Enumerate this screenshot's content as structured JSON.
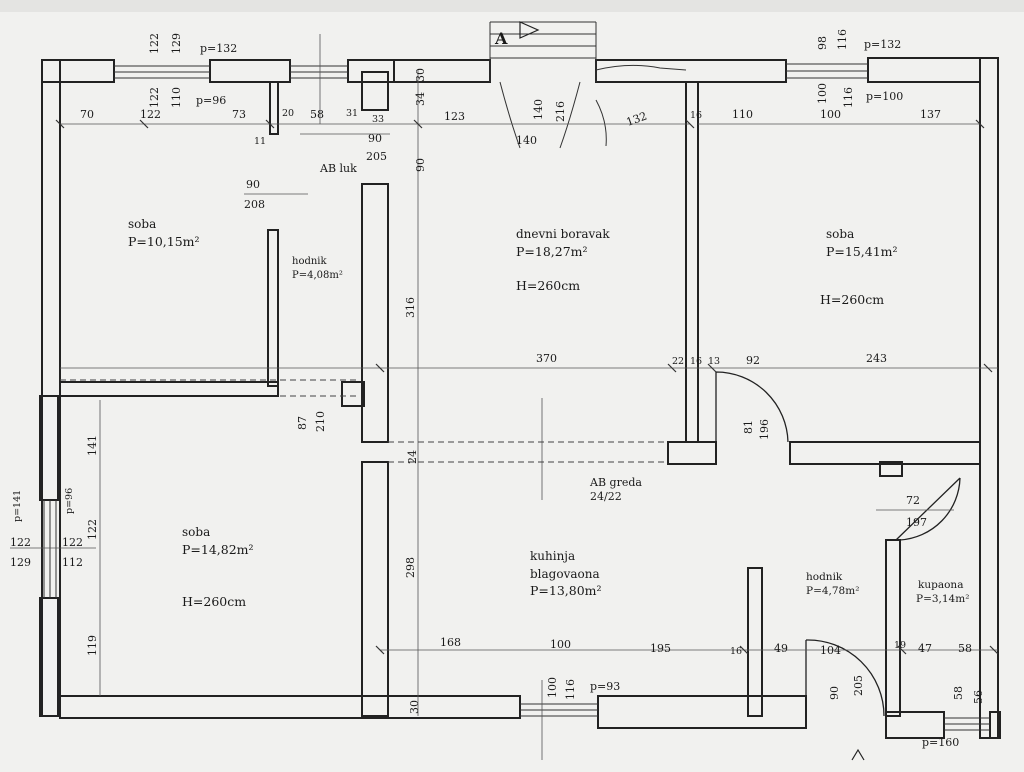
{
  "section_marker": "A",
  "rooms": {
    "soba_nw": {
      "name": "soba",
      "area": "P=10,15m²"
    },
    "hodnik_w": {
      "name": "hodnik",
      "area": "P=4,08m²"
    },
    "boravak": {
      "name": "dnevni boravak",
      "area": "P=18,27m²",
      "height": "H=260cm"
    },
    "soba_ne": {
      "name": "soba",
      "area": "P=15,41m²",
      "height": "H=260cm"
    },
    "soba_sw": {
      "name": "soba",
      "area": "P=14,82m²",
      "height": "H=260cm"
    },
    "kuhinja": {
      "name1": "kuhinja",
      "name2": "blagovaona",
      "area": "P=13,80m²"
    },
    "hodnik_s": {
      "name": "hodnik",
      "area": "P=4,78m²"
    },
    "kupaona": {
      "name": "kupaona",
      "area": "P=3,14m²"
    }
  },
  "labels": {
    "ab_luk": "AB luk",
    "ab_greda": "AB greda",
    "ab_greda_dim": "24/22"
  },
  "dims": {
    "top_122": "122",
    "top_129": "129",
    "top_p132a": "p=132",
    "top_122b": "122",
    "top_110": "110",
    "top_p96": "p=96",
    "top_98": "98",
    "top_116a": "116",
    "top_p132b": "p=132",
    "top_100": "100",
    "top_116b": "116",
    "top_p100": "p=100",
    "top_30": "30",
    "top_34": "34",
    "top_123": "123",
    "top_140a": "140",
    "top_216": "216",
    "top_140b": "140",
    "top_132": "132",
    "row_70": "70",
    "row_122": "122",
    "row_73": "73",
    "row_11": "11",
    "row_20": "20",
    "row_58": "58",
    "row_31": "31",
    "row_33": "33",
    "row_90": "90",
    "row_205": "205",
    "row_90v": "90",
    "row_16": "16",
    "row_110": "110",
    "row_100": "100",
    "row_137": "137",
    "left_90": "90",
    "left_208": "208",
    "v_316": "316",
    "v_87": "87",
    "v_210": "210",
    "v_24": "24",
    "v_298": "298",
    "mid_370": "370",
    "mid_22": "22",
    "mid_16": "16",
    "mid_13": "13",
    "mid_92": "92",
    "mid_243": "243",
    "door_81": "81",
    "door_196": "196",
    "w_141": "141",
    "w_122": "122",
    "w_119": "119",
    "lw_p141": "p=141",
    "lw_p96": "p=96",
    "lw_122a": "122",
    "lw_129": "129",
    "lw_122b": "122",
    "lw_112": "112",
    "bath_72": "72",
    "bath_197": "197",
    "bot_168": "168",
    "bot_100": "100",
    "bot_195": "195",
    "bot_16": "16",
    "bot_49": "49",
    "bot_104": "104",
    "bot_19": "19",
    "bot_47": "47",
    "bot_58": "58",
    "bot_90": "90",
    "bot_205": "205",
    "bw_100": "100",
    "bw_116": "116",
    "bw_p93": "p=93",
    "bw_30": "30",
    "bs_58": "58",
    "bs_56": "56",
    "bs_p160": "p=160"
  }
}
